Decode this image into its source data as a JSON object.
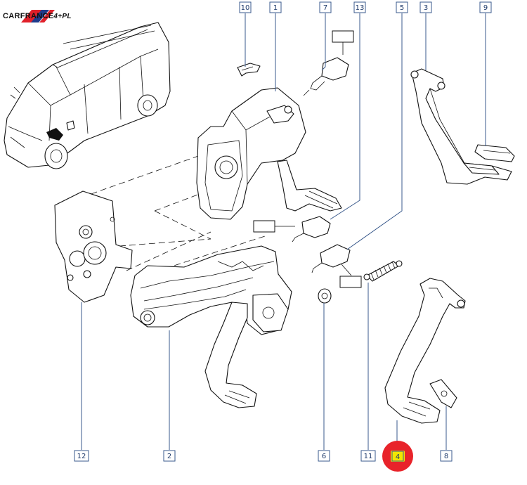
{
  "logo": {
    "brand": "CARFRANCE",
    "suffix": "4+PL",
    "colors": {
      "red": "#e0202a",
      "blue": "#1f3b8c"
    }
  },
  "callouts": {
    "c10": "10",
    "c1": "1",
    "c7": "7",
    "c13": "13",
    "c5": "5",
    "c3": "3",
    "c9": "9",
    "c12": "12",
    "c2": "2",
    "c6": "6",
    "c11": "11",
    "c4": "4",
    "c8": "8"
  },
  "colors": {
    "callout_border": "#3a5a8c",
    "callout_text": "#1f3b6b",
    "highlight_ring": "#e8232a",
    "highlight_fill": "#f2e600",
    "line_art": "#111111"
  },
  "highlighted_callout": "4"
}
